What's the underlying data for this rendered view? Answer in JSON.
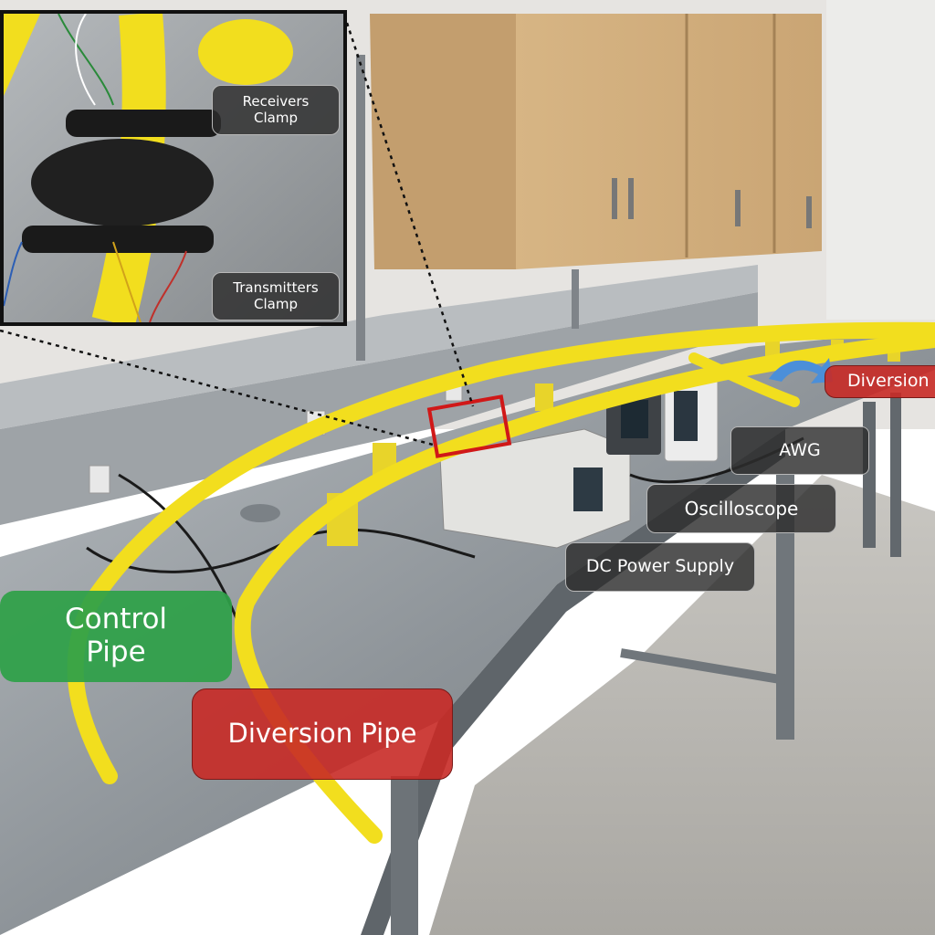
{
  "labels": {
    "receivers_clamp": "Receivers\nClamp",
    "transmitters_clamp": "Transmitters\nClamp",
    "diversion_right": "Diversion",
    "awg": "AWG",
    "oscilloscope": "Oscilloscope",
    "dc_power_supply": "DC Power Supply",
    "control_pipe": "Control\nPipe",
    "diversion_pipe": "Diversion Pipe"
  },
  "colors": {
    "pipe": "#f2de1e",
    "label_dark": "#2d2d2d",
    "label_green": "#2ea048",
    "label_red": "#c82a26",
    "highlight_box": "#d01818"
  }
}
